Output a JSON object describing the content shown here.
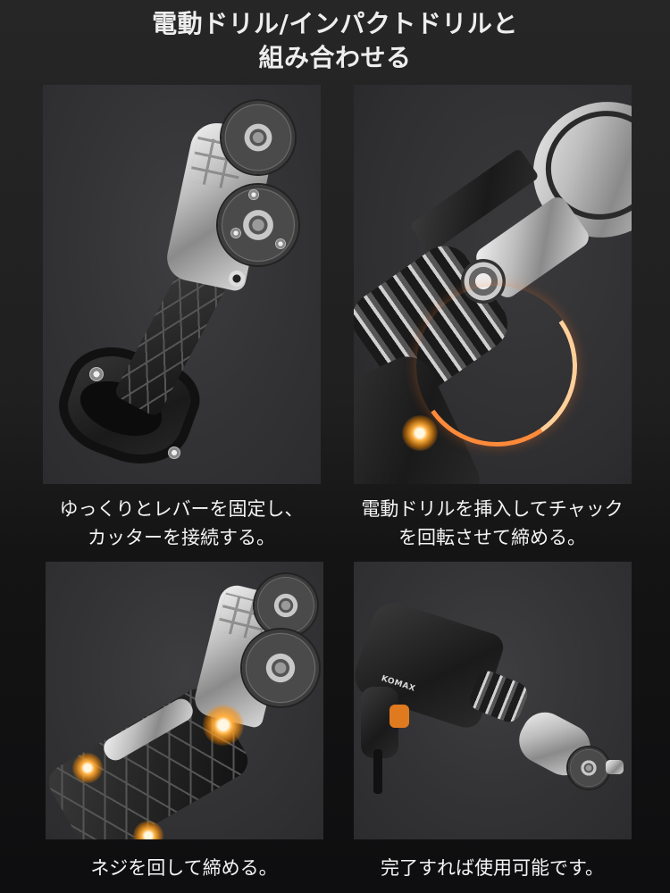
{
  "header": {
    "title_line1": "電動ドリル/インパクトドリルと",
    "title_line2": "組み合わせる"
  },
  "steps": [
    {
      "image": "cutter-attachment-lever-image",
      "caption_line1": "ゆっくりとレバーを固定し、",
      "caption_line2": "カッターを接続する。"
    },
    {
      "image": "drill-chuck-insert-rotate-image",
      "caption_line1": "電動ドリルを挿入してチャック",
      "caption_line2": "を回転させて締める。"
    },
    {
      "image": "tighten-screws-highlighted-image",
      "caption_line1": "ネジを回して締める。"
    },
    {
      "image": "assembled-drill-with-cutter-image",
      "caption_line1": "完了すれば使用可能です。",
      "drill_brand": "KOMAX"
    }
  ],
  "colors": {
    "background_top": "#262626",
    "background_bottom": "#0e0e10",
    "panel": "#333335",
    "highlight_orange": "#ff9a2e",
    "text": "#f2f2f2"
  }
}
